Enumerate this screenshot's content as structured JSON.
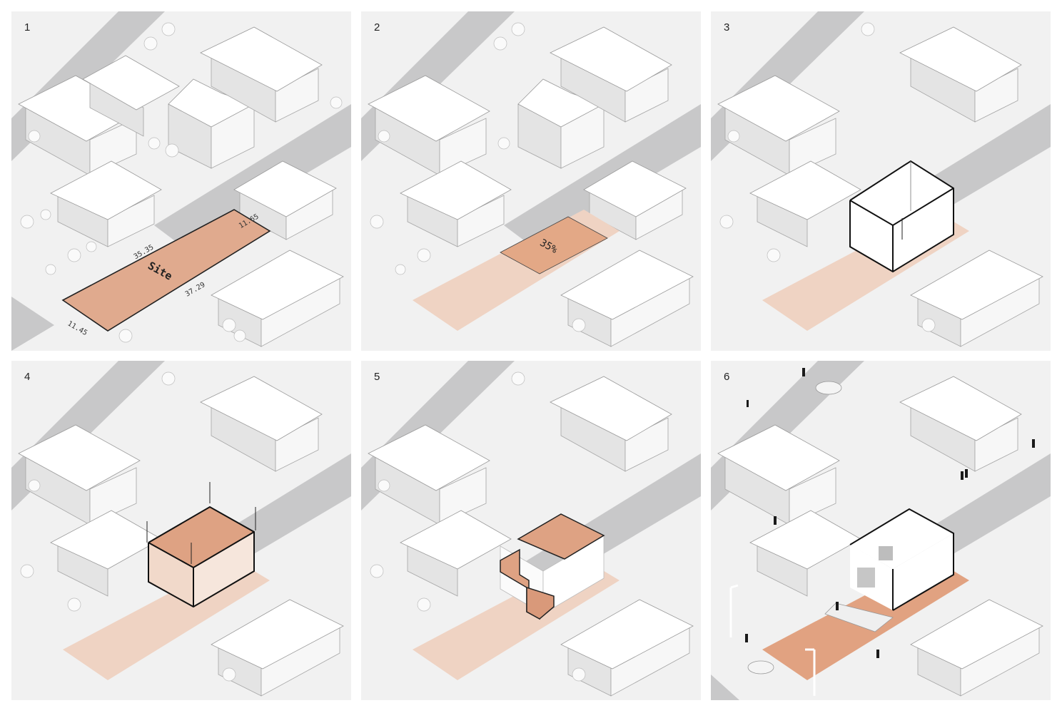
{
  "panels": [
    {
      "number": "1",
      "site_label": "Site",
      "dims": [
        "11.65",
        "35.35",
        "37.29",
        "11.45"
      ]
    },
    {
      "number": "2",
      "coverage_label": "35%"
    },
    {
      "number": "3"
    },
    {
      "number": "4"
    },
    {
      "number": "5"
    },
    {
      "number": "6"
    }
  ],
  "colors": {
    "site_accent": "#e0aa8e",
    "site_light": "#efd3c3",
    "road": "#c8c8c9",
    "ground": "#f1f1f1"
  }
}
